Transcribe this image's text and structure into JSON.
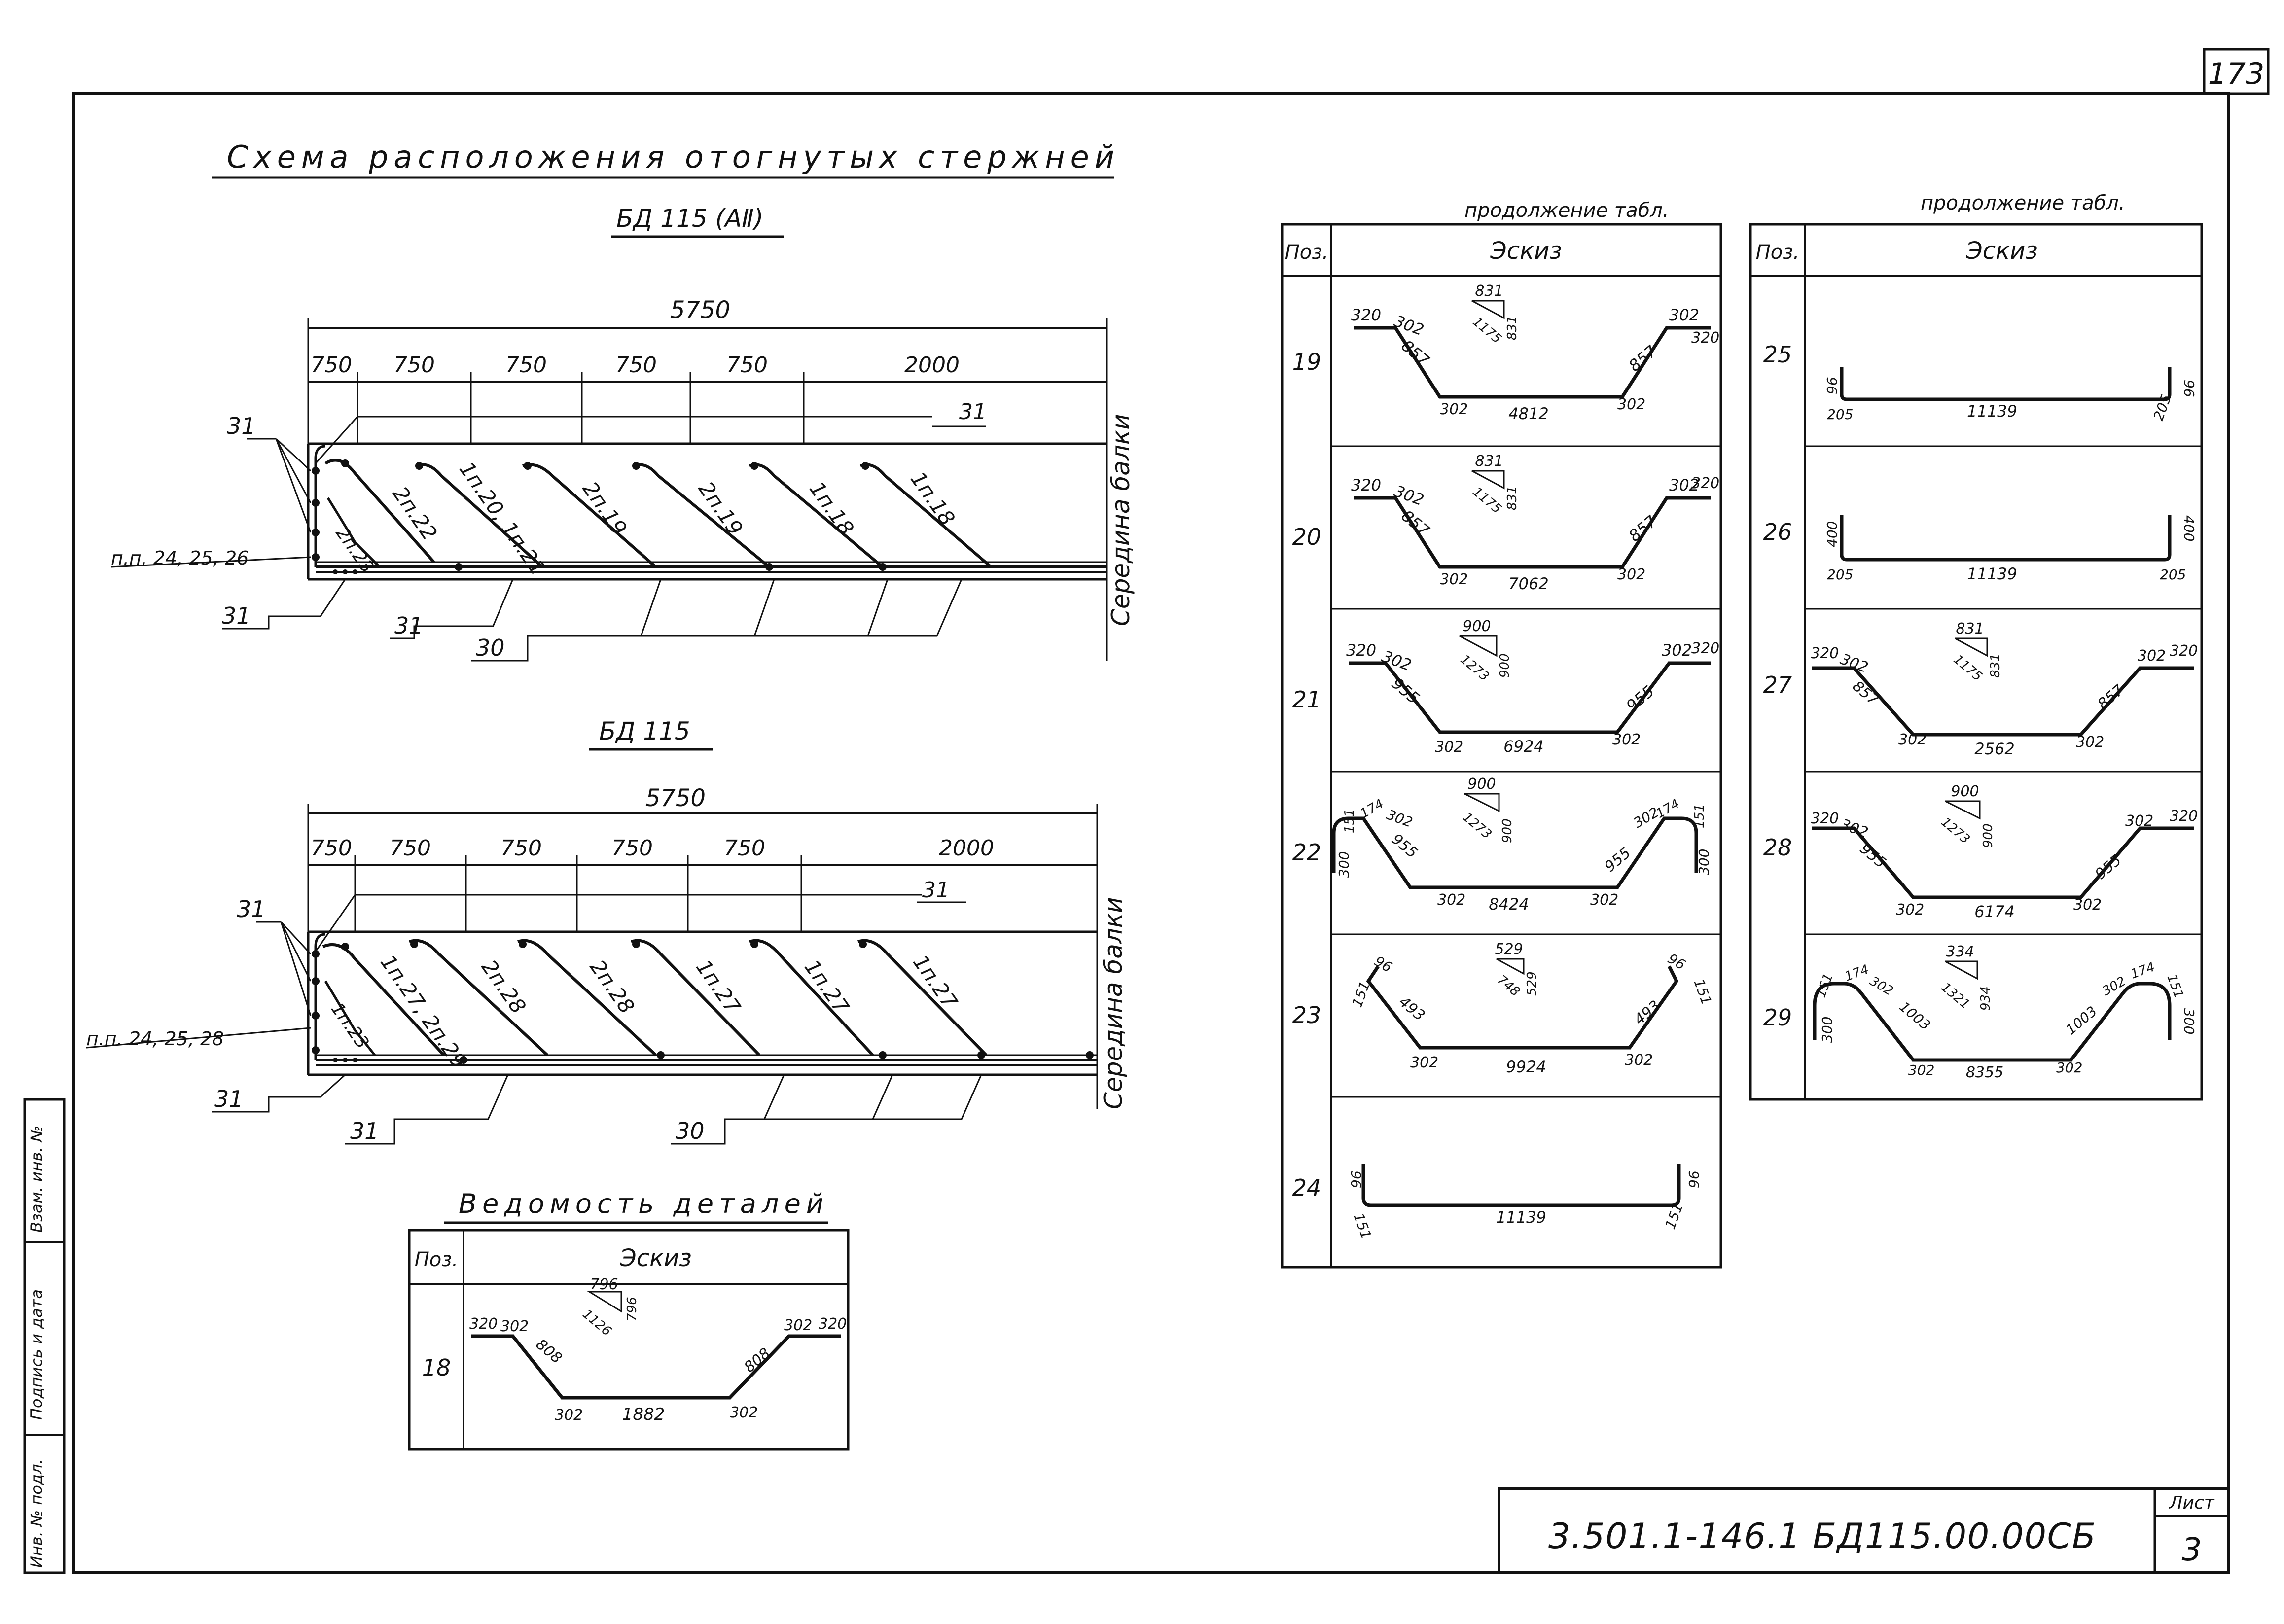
{
  "sheet_number_top": "173",
  "title": "Схема расположения отогнутых стержней",
  "scheme1": {
    "label": "БД 115 (АⅡ)",
    "overall": "5750",
    "segments": [
      "750",
      "750",
      "750",
      "750",
      "750",
      "2000"
    ],
    "mid_label": "Середина балки",
    "callouts": [
      "31",
      "31",
      "31",
      "31",
      "30"
    ],
    "pp_label": "п.п. 24, 25, 26",
    "bar_labels": [
      "2п.23",
      "2п.22",
      "1п.20, 1п.21",
      "2п.19",
      "2п.19",
      "1п.18",
      "1п.18"
    ]
  },
  "scheme2": {
    "label": "БД 115",
    "overall": "5750",
    "segments": [
      "750",
      "750",
      "750",
      "750",
      "750",
      "2000"
    ],
    "mid_label": "Середина балки",
    "callouts": [
      "31",
      "31",
      "31",
      "31",
      "30"
    ],
    "pp_label": "п.п. 24, 25, 28",
    "bar_labels": [
      "1п.23",
      "1п.27, 2п.29",
      "2п.28",
      "2п.28",
      "1п.27",
      "1п.27",
      "1п.27"
    ]
  },
  "vedomost": {
    "title": "Ведомость деталей",
    "col_pos": "Поз.",
    "col_sketch": "Эскиз",
    "row18": {
      "pos": "18",
      "dims": [
        "320",
        "302",
        "808",
        "302",
        "1882",
        "302",
        "808",
        "302",
        "320"
      ],
      "tri": [
        "796",
        "1126",
        "796"
      ]
    }
  },
  "cont_table1": {
    "caption": "продолжение табл.",
    "col_pos": "Поз.",
    "col_sketch": "Эскиз",
    "rows": [
      {
        "pos": "19",
        "dims": [
          "320",
          "302",
          "857",
          "302",
          "4812",
          "302",
          "857",
          "302",
          "320"
        ],
        "tri": [
          "831",
          "1175",
          "831"
        ]
      },
      {
        "pos": "20",
        "dims": [
          "320",
          "302",
          "857",
          "302",
          "7062",
          "302",
          "857",
          "302",
          "320"
        ],
        "tri": [
          "831",
          "1175",
          "831"
        ]
      },
      {
        "pos": "21",
        "dims": [
          "320",
          "302",
          "955",
          "302",
          "6924",
          "302",
          "955",
          "302",
          "320"
        ],
        "tri": [
          "900",
          "1273",
          "900"
        ]
      },
      {
        "pos": "22",
        "dims": [
          "300",
          "151",
          "174",
          "302",
          "955",
          "302",
          "8424",
          "302",
          "955",
          "302",
          "174",
          "151",
          "300"
        ],
        "tri": [
          "900",
          "1273",
          "900"
        ]
      },
      {
        "pos": "23",
        "dims": [
          "151",
          "96",
          "493",
          "302",
          "9924",
          "302",
          "493",
          "96",
          "151"
        ],
        "tri": [
          "529",
          "748",
          "529"
        ]
      },
      {
        "pos": "24",
        "dims": [
          "96",
          "151",
          "11139",
          "151",
          "96"
        ]
      }
    ]
  },
  "cont_table2": {
    "caption": "продолжение табл.",
    "col_pos": "Поз.",
    "col_sketch": "Эскиз",
    "rows": [
      {
        "pos": "25",
        "dims": [
          "96",
          "205",
          "11139",
          "205",
          "96"
        ]
      },
      {
        "pos": "26",
        "dims": [
          "400",
          "205",
          "11139",
          "205",
          "400"
        ]
      },
      {
        "pos": "27",
        "dims": [
          "320",
          "302",
          "857",
          "302",
          "2562",
          "302",
          "857",
          "302",
          "320"
        ],
        "tri": [
          "831",
          "1175",
          "831"
        ]
      },
      {
        "pos": "28",
        "dims": [
          "320",
          "302",
          "955",
          "302",
          "6174",
          "302",
          "955",
          "302",
          "320"
        ],
        "tri": [
          "900",
          "1273",
          "900"
        ]
      },
      {
        "pos": "29",
        "dims": [
          "300",
          "151",
          "174",
          "302",
          "1003",
          "302",
          "8355",
          "302",
          "1003",
          "302",
          "174",
          "151",
          "300"
        ],
        "tri": [
          "334",
          "1321",
          "934"
        ]
      }
    ]
  },
  "side_stamp": [
    "Инв. № подл.",
    "Подпись и дата",
    "Взам. инв. №"
  ],
  "stamp": {
    "doc_code": "3.501.1-146.1   БД115.00.00СБ",
    "sheet_label": "Лист",
    "sheet_value": "3"
  }
}
